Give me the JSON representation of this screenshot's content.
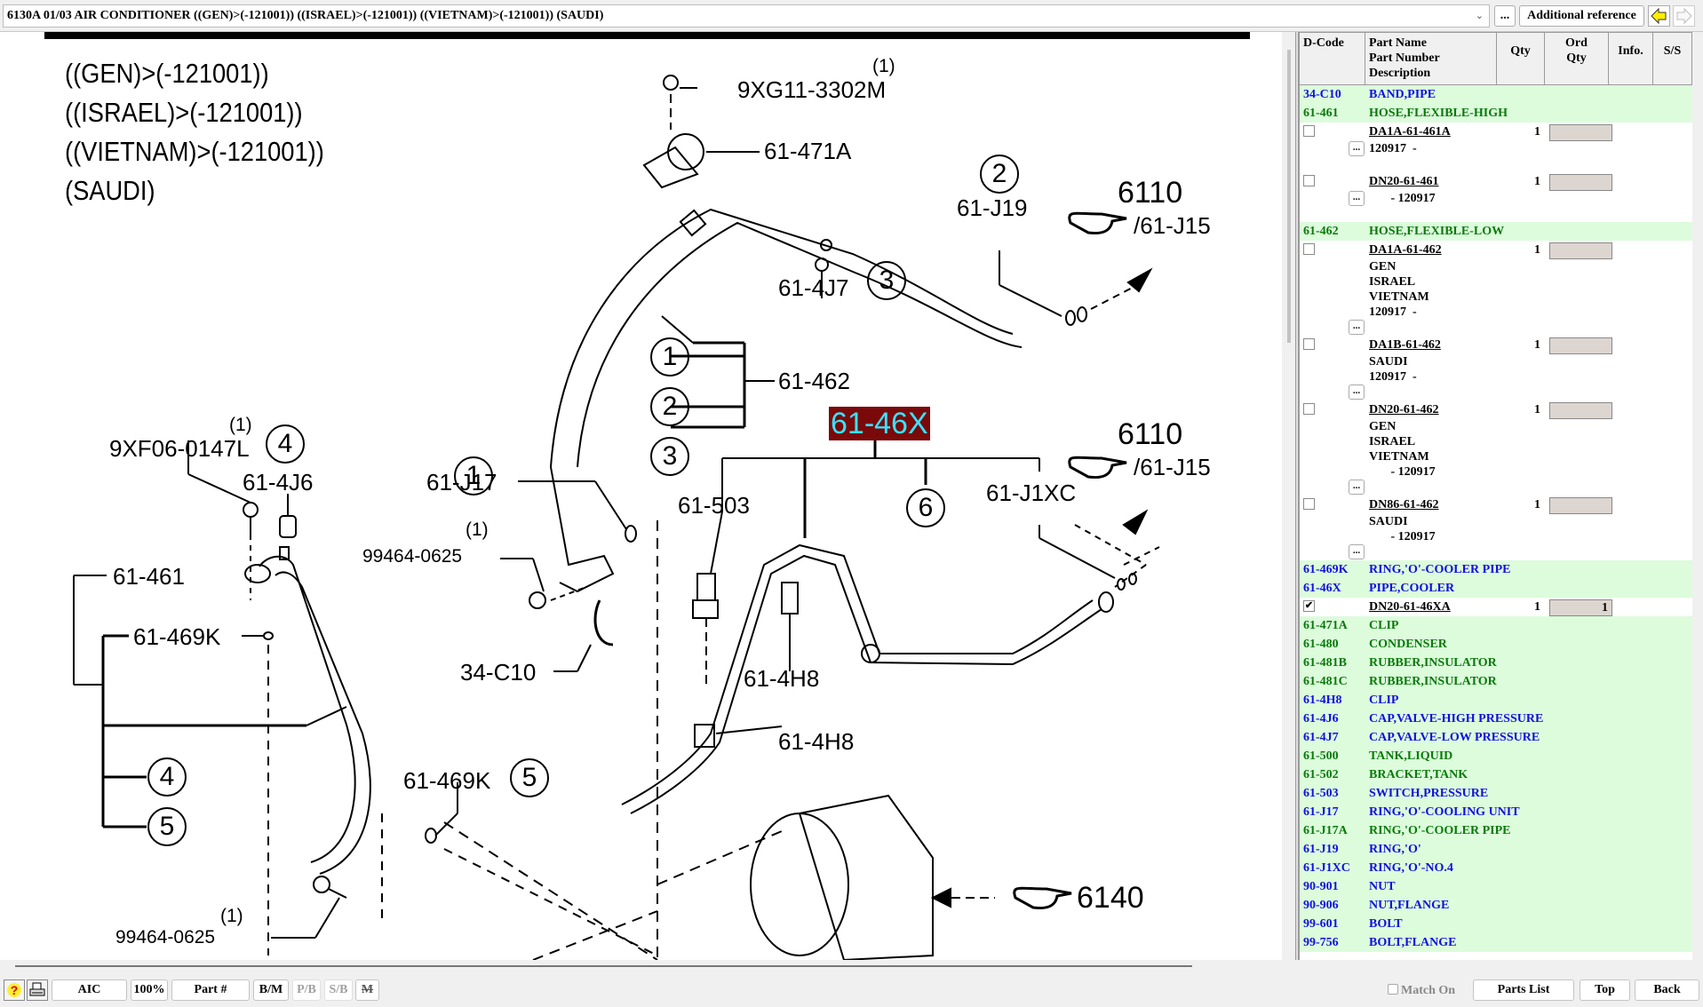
{
  "header": {
    "title": "6130A 01/03 AIR CONDITIONER ((GEN)>(-121001)) ((ISRAEL)>(-121001)) ((VIETNAM)>(-121001)) (SAUDI)",
    "ellipsis_label": "...",
    "additional_reference_label": "Additional reference",
    "back_icon": "yellow-left-arrow",
    "forward_icon": "gray-right-arrow"
  },
  "diagram": {
    "notes": [
      "((GEN)>(-121001))",
      "((ISRAEL)>(-121001))",
      "((VIETNAM)>(-121001))",
      "(SAUDI)"
    ],
    "highlighted_label": "61-46X",
    "labels": {
      "qty1_a": "(1)",
      "p9xg11": "9XG11-3302M",
      "p61_471a": "61-471A",
      "c2_top": "2",
      "p61_j19": "61-J19",
      "ref6110_a": "6110",
      "ref61j15_a": "/61-J15",
      "p61_4j7": "61-4J7",
      "c3_4j7": "3",
      "c1": "1",
      "c2": "2",
      "c3": "3",
      "p61_462": "61-462",
      "qty1_b": "(1)",
      "p9xf06": "9XF06-0147L",
      "c4_top": "4",
      "p61_4j6": "61-4J6",
      "c1_j17": "1",
      "p61_j17": "61-J17",
      "qty1_c": "(1)",
      "p99464_a": "99464-0625",
      "p34_c10": "34-C10",
      "p61_461": "61-461",
      "p61_469k_a": "61-469K",
      "c4": "4",
      "c5": "5",
      "p61_469k_b": "61-469K",
      "c5_b": "5",
      "qty1_d": "(1)",
      "p99464_b": "99464-0625",
      "p61_503": "61-503",
      "c6": "6",
      "p61_j1xc": "61-J1XC",
      "ref6110_b": "6110",
      "ref61j15_b": "/61-J15",
      "p61_4h8_a": "61-4H8",
      "p61_4h8_b": "61-4H8",
      "ref6140": "6140"
    }
  },
  "table": {
    "columns": {
      "dcode": "D-Code",
      "part_name": "Part Name",
      "part_number": "Part Number",
      "description": "Description",
      "qty": "Qty",
      "ord_qty_1": "Ord",
      "ord_qty_2": "Qty",
      "info": "Info.",
      "ss": "S/S"
    },
    "rows": [
      {
        "type": "group",
        "color": "blue",
        "dcode": "34-C10",
        "name": "BAND,PIPE"
      },
      {
        "type": "group",
        "color": "green",
        "dcode": "61-461",
        "name": "HOSE,FLEXIBLE-HIGH"
      },
      {
        "type": "item",
        "checked": false,
        "part_number": "DA1A-61-461A",
        "qty": "1",
        "ord_qty": "",
        "desc": "120917  -"
      },
      {
        "type": "item",
        "checked": false,
        "part_number": "DN20-61-461",
        "qty": "1",
        "ord_qty": "",
        "desc": "       - 120917"
      },
      {
        "type": "group",
        "color": "green",
        "dcode": "61-462",
        "name": "HOSE,FLEXIBLE-LOW"
      },
      {
        "type": "item",
        "checked": false,
        "part_number": "DA1A-61-462",
        "qty": "1",
        "ord_qty": "",
        "desc": "GEN\nISRAEL\nVIETNAM\n120917  -"
      },
      {
        "type": "item",
        "checked": false,
        "part_number": "DA1B-61-462",
        "qty": "1",
        "ord_qty": "",
        "desc": "SAUDI\n120917  -"
      },
      {
        "type": "item",
        "checked": false,
        "part_number": "DN20-61-462",
        "qty": "1",
        "ord_qty": "",
        "desc": "GEN\nISRAEL\nVIETNAM\n       - 120917"
      },
      {
        "type": "item",
        "checked": false,
        "part_number": "DN86-61-462",
        "qty": "1",
        "ord_qty": "",
        "desc": "SAUDI\n       - 120917"
      },
      {
        "type": "group",
        "color": "blue",
        "dcode": "61-469K",
        "name": "RING,'O'-COOLER PIPE"
      },
      {
        "type": "group",
        "color": "blue",
        "dcode": "61-46X",
        "name": "PIPE,COOLER"
      },
      {
        "type": "item",
        "checked": true,
        "part_number": "DN20-61-46XA",
        "qty": "1",
        "ord_qty": "1",
        "desc": ""
      },
      {
        "type": "group",
        "color": "green",
        "dcode": "61-471A",
        "name": "CLIP"
      },
      {
        "type": "group",
        "color": "green",
        "dcode": "61-480",
        "name": "CONDENSER"
      },
      {
        "type": "group",
        "color": "green",
        "dcode": "61-481B",
        "name": "RUBBER,INSULATOR"
      },
      {
        "type": "group",
        "color": "green",
        "dcode": "61-481C",
        "name": "RUBBER,INSULATOR"
      },
      {
        "type": "group",
        "color": "blue",
        "dcode": "61-4H8",
        "name": "CLIP"
      },
      {
        "type": "group",
        "color": "blue",
        "dcode": "61-4J6",
        "name": "CAP,VALVE-HIGH PRESSURE"
      },
      {
        "type": "group",
        "color": "blue",
        "dcode": "61-4J7",
        "name": "CAP,VALVE-LOW PRESSURE"
      },
      {
        "type": "group",
        "color": "green",
        "dcode": "61-500",
        "name": "TANK,LIQUID"
      },
      {
        "type": "group",
        "color": "green",
        "dcode": "61-502",
        "name": "BRACKET,TANK"
      },
      {
        "type": "group",
        "color": "blue",
        "dcode": "61-503",
        "name": "SWITCH,PRESSURE"
      },
      {
        "type": "group",
        "color": "blue",
        "dcode": "61-J17",
        "name": "RING,'O'-COOLING UNIT"
      },
      {
        "type": "group",
        "color": "green",
        "dcode": "61-J17A",
        "name": "RING,'O'-COOLER PIPE"
      },
      {
        "type": "group",
        "color": "blue",
        "dcode": "61-J19",
        "name": "RING,'O'"
      },
      {
        "type": "group",
        "color": "blue",
        "dcode": "61-J1XC",
        "name": "RING,'O'-NO.4"
      },
      {
        "type": "group",
        "color": "blue",
        "dcode": "90-901",
        "name": "NUT"
      },
      {
        "type": "group",
        "color": "blue",
        "dcode": "90-906",
        "name": "NUT,FLANGE"
      },
      {
        "type": "group",
        "color": "blue",
        "dcode": "99-601",
        "name": "BOLT"
      },
      {
        "type": "group",
        "color": "blue",
        "dcode": "99-756",
        "name": "BOLT,FLANGE"
      }
    ],
    "item_button_label": "..."
  },
  "toolbar": {
    "help_icon": "help-question-icon",
    "print_icon": "printer-icon",
    "aic_label": "AIC",
    "zoom_label": "100%",
    "part_label": "Part #",
    "bm_label": "B/M",
    "pb_label": "P/B",
    "sb_label": "S/B",
    "m_label": "M",
    "match_on_label": "Match On",
    "match_on_checked": false,
    "parts_list_label": "Parts List",
    "top_label": "Top",
    "back_label": "Back"
  },
  "colors": {
    "group_row_bg": "#dcfcdc",
    "blue_text": "#1010e0",
    "green_text": "#0a7a0a",
    "highlight_bg": "#7a0a0a",
    "highlight_text": "#37e3ff",
    "ord_qty_bg": "#ddd6d0"
  }
}
